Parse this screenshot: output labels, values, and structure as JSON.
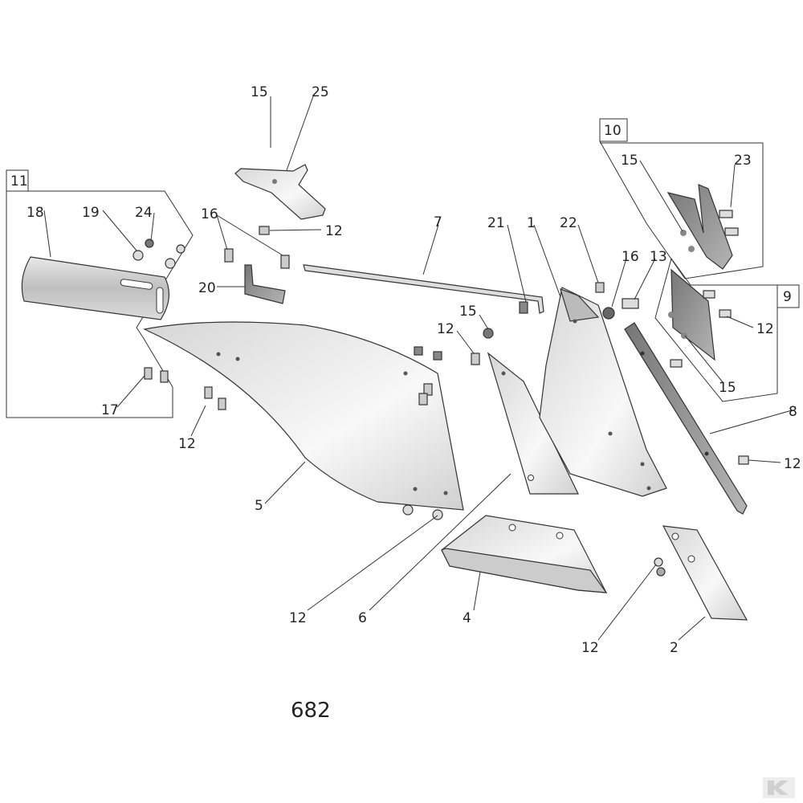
{
  "figure_number": "682",
  "callouts": {
    "c15_top": "15",
    "c25": "25",
    "c11_box": "11",
    "c18": "18",
    "c19": "19",
    "c24": "24",
    "c17": "17",
    "c16_left": "16",
    "c12_top": "12",
    "c20": "20",
    "c7": "7",
    "c12_left": "12",
    "c5": "5",
    "c15_mid": "15",
    "c12_mid": "12",
    "c21": "21",
    "c1": "1",
    "c22": "22",
    "c16_right": "16",
    "c13": "13",
    "c10_box": "10",
    "c15_box10": "15",
    "c23": "23",
    "c9_box": "9",
    "c12_box9": "12",
    "c15_box9": "15",
    "c8": "8",
    "c12_right": "12",
    "c12_bottom_left": "12",
    "c6": "6",
    "c4": "4",
    "c12_bottom_right": "12",
    "c2": "2"
  },
  "colors": {
    "line": "#333333",
    "part_fill_light": "#f4f4f4",
    "part_fill_mid": "#c9c9c9",
    "part_fill_dark": "#8f8f8f",
    "logo": "#dddddd"
  },
  "logo_icon": "kramp-logo-icon"
}
